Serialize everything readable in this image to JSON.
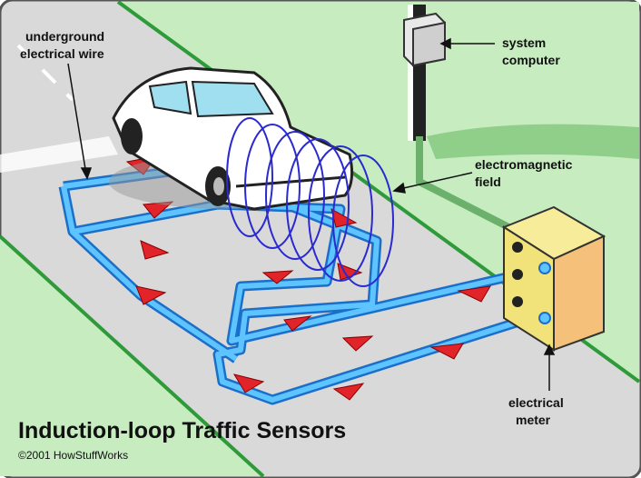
{
  "labels": {
    "wire_line1": "underground",
    "wire_line2": "electrical wire",
    "computer_line1": "system",
    "computer_line2": "computer",
    "field_line1": "electromagnetic",
    "field_line2": "field",
    "meter_line1": "electrical",
    "meter_line2": "meter"
  },
  "title": "Induction-loop Traffic Sensors",
  "copyright": "©2001 HowStuffWorks",
  "colors": {
    "road": "#d9d9d9",
    "grass": "#c6ecc0",
    "wire": "#3aa0f0",
    "arrow": "#e0242a",
    "field": "#2a2ad0",
    "meter": "#f2e27a"
  }
}
